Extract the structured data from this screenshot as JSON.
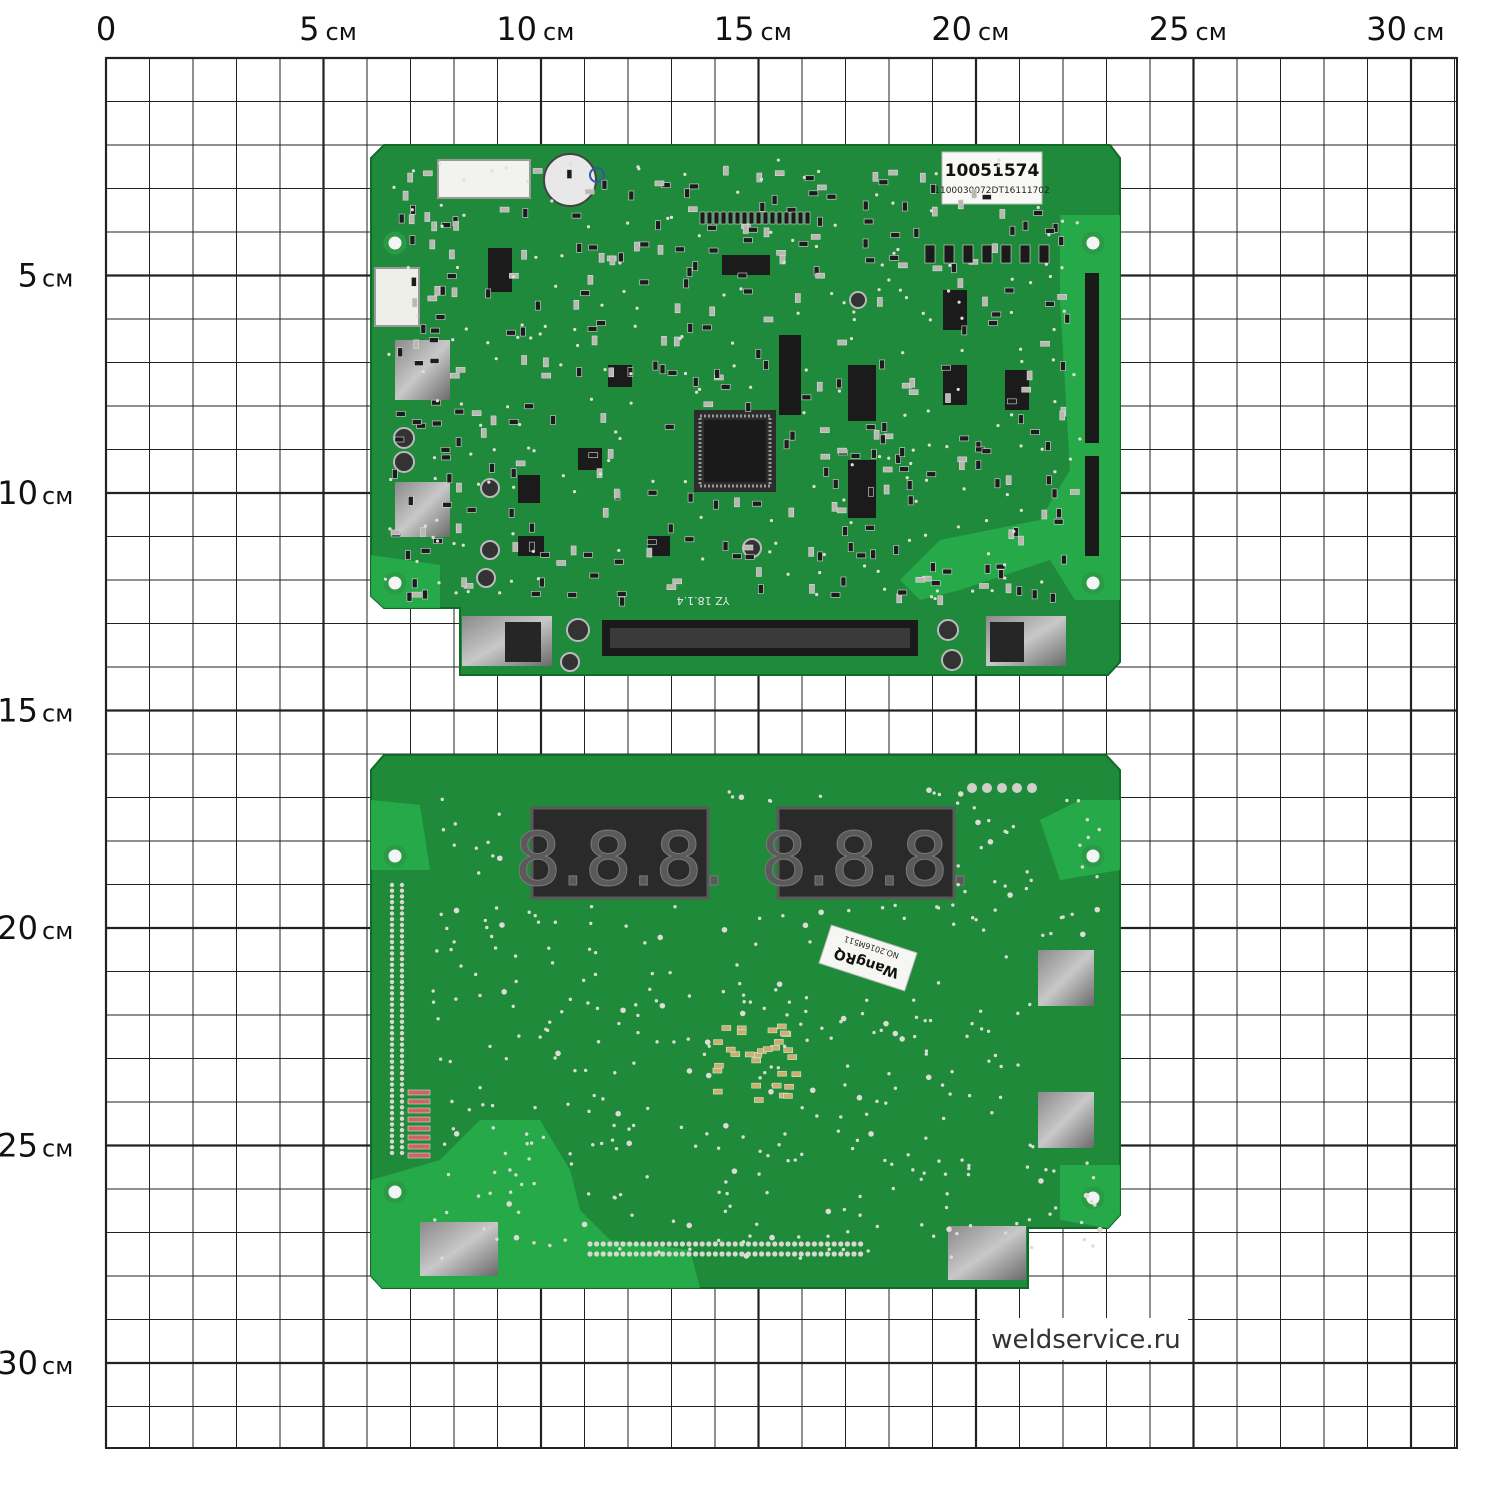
{
  "ruler": {
    "unit": "см",
    "x_ticks": [
      {
        "value": "0",
        "unit": ""
      },
      {
        "value": "5",
        "unit": "см"
      },
      {
        "value": "10",
        "unit": "см"
      },
      {
        "value": "15",
        "unit": "см"
      },
      {
        "value": "20",
        "unit": "см"
      },
      {
        "value": "25",
        "unit": "см"
      },
      {
        "value": "30",
        "unit": "см"
      }
    ],
    "y_ticks": [
      {
        "value": "5",
        "unit": "см"
      },
      {
        "value": "10",
        "unit": "см"
      },
      {
        "value": "15",
        "unit": "см"
      },
      {
        "value": "20",
        "unit": "см"
      },
      {
        "value": "25",
        "unit": "см"
      },
      {
        "value": "30",
        "unit": "см"
      }
    ]
  },
  "top_board": {
    "part_label_main": "10051574",
    "part_label_sub": "1100030072DT16111702",
    "silkscreen": "YZ 18.1.4"
  },
  "bottom_board": {
    "display_left": "8.8.8.",
    "display_right": "8.8.8.",
    "sticker_brand": "WangRQ",
    "sticker_sub": "NO.2016M511"
  },
  "watermark": "weldservice.ru",
  "colors": {
    "pcb": "#1e8a3a",
    "pcb_light": "#22b04a",
    "pcb_dark": "#166e2c",
    "grid": "#222222"
  }
}
